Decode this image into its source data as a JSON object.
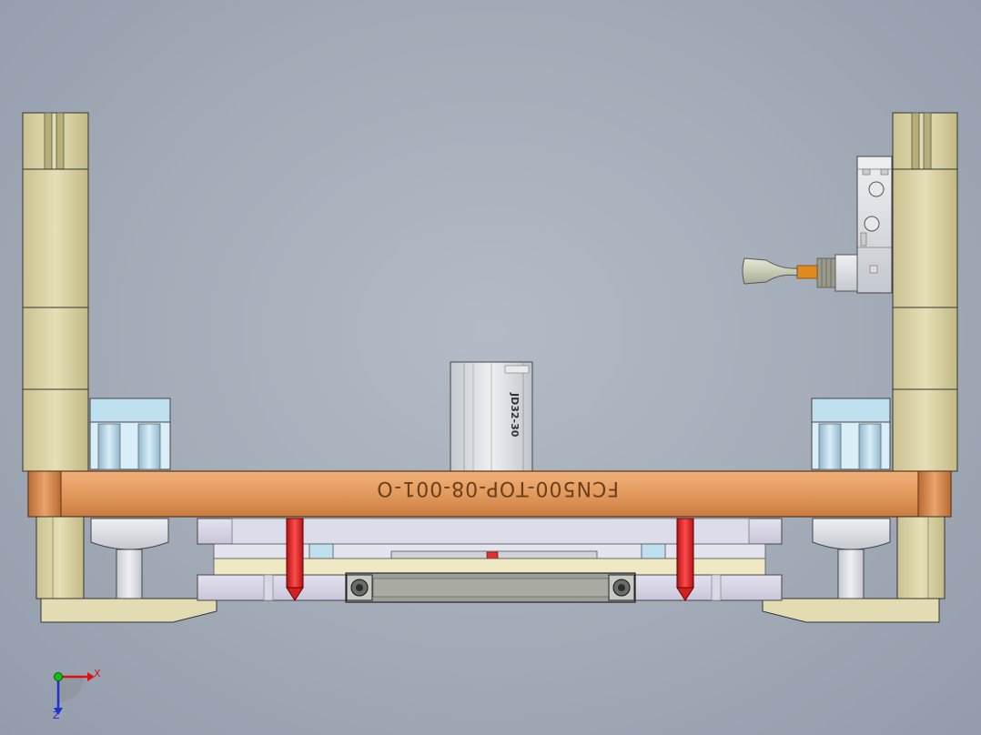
{
  "model": {
    "part_number": "FCN500-TOP-08-001-O",
    "cylinder_label": "JD32-30"
  },
  "triad": {
    "x_label": "X",
    "z_label": "Z"
  },
  "colors": {
    "viewport_bg": "#a3abb8",
    "frame_tan": "#d8d1a4",
    "base_plate_orange": "#e09a5e",
    "pin_red": "#e02a2a",
    "clamp_blue": "#a9d1e6",
    "aluminum": "#d9dde2",
    "triad_x": "#e01010",
    "triad_y": "#10c010",
    "triad_z": "#2030d0"
  }
}
